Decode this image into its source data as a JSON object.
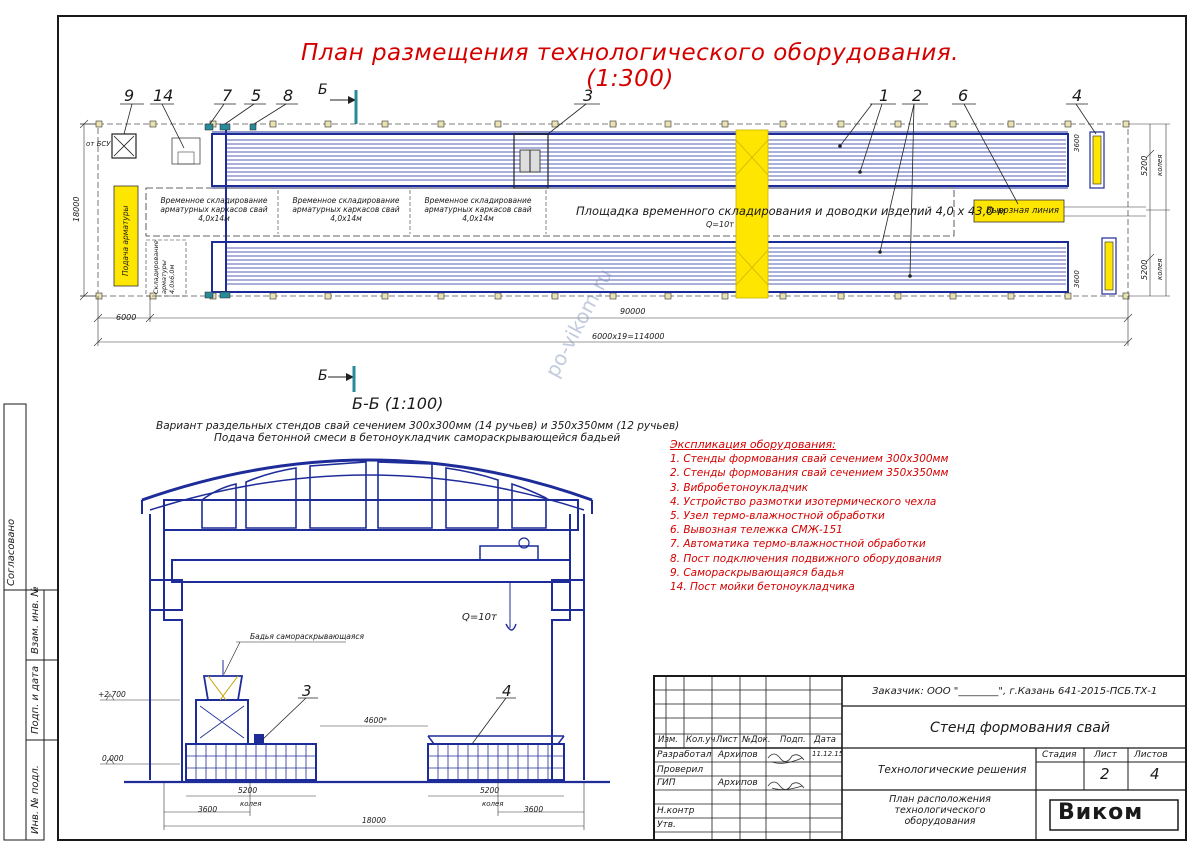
{
  "title": "План размещения технологического оборудования. (1:300)",
  "plan": {
    "callouts": [
      "9",
      "14",
      "7",
      "5",
      "8",
      "3",
      "1",
      "2",
      "6",
      "4"
    ],
    "section_marker": "Б",
    "temp_storage_1": "Временное складирование арматурных каркасов свай 4,0х14м",
    "temp_storage_2": "Временное складирование арматурных каркасов свай 4,0х14м",
    "temp_storage_3": "Временное складирование арматурных каркасов свай 4,0х14м",
    "platform_label": "Площадка временного складирования и доводки изделий 4,0 х 43,0 м",
    "q_label": "Q=10т",
    "export_line": "Вывозная линия",
    "wash_label": "Подача арматуры",
    "left_box": "Складирование арматуры 4,0х6,0м",
    "small_label": "от БСУ",
    "dims": {
      "d_18000": "18000",
      "d_6000": "6000",
      "d_90000": "90000",
      "d_total": "6000х19=114000",
      "d_3600_a": "3600",
      "d_5200_a": "5200",
      "d_5200_b": "5200",
      "d_3600_b": "3600",
      "koleya_a": "колея",
      "koleya_b": "колея"
    }
  },
  "section": {
    "title": "Б-Б (1:100)",
    "caption_1": "Вариант раздельных стендов свай сечением 300х300мм (14 ручьев) и 350х350мм (12 ручьев)",
    "caption_2": "Подача бетонной смеси в бетоноукладчик самораскрывающейся бадьей",
    "q_label": "Q=10т",
    "bucket_label": "Бадья самораскрывающаяся",
    "level_top": "+2.700",
    "level_zero": "0.000",
    "gap": "4600*",
    "callout_3": "3",
    "callout_4": "4",
    "dim_5200_a": "5200",
    "dim_5200_b": "5200",
    "dim_3600_a": "3600",
    "dim_3600_b": "3600",
    "dim_18000": "18000",
    "koleya_a": "колея",
    "koleya_b": "колея"
  },
  "explication": {
    "header": "Экспликация оборудования:",
    "items": [
      "1. Стенды формования свай сечением 300х300мм",
      "2. Стенды формования свай сечением 350х350мм",
      "3. Вибробетоноукладчик",
      "4. Устройство размотки изотермического чехла",
      "5. Узел термо-влажностной обработки",
      "6. Вывозная тележка СМЖ-151",
      "7. Автоматика термо-влажностной обработки",
      "8. Пост подключения подвижного оборудования",
      "9. Самораскрывающаяся бадья",
      "14. Пост мойки бетоноукладчика"
    ]
  },
  "stamp": {
    "customer": "Заказчик: ООО \"________\", г.Казань",
    "code": "641-2015-ПСБ.ТХ-1",
    "object": "Стенд формования свай",
    "section": "Технологические решения",
    "sheet_title": "План расположения технологического оборудования",
    "h_izm": "Изм.",
    "h_koluch": "Кол.уч",
    "h_list": "Лист",
    "h_ndoc": "№Док.",
    "h_podp": "Подп.",
    "h_data": "Дата",
    "role_1": "Разработал",
    "name_1": "Архипов",
    "date_1": "11.12.15",
    "role_2": "Проверил",
    "role_3": "ГИП",
    "name_3": "Архипов",
    "role_4": "Н.контр",
    "role_5": "Утв.",
    "stage_h": "Стадия",
    "list_h": "Лист",
    "lists_h": "Листов",
    "list_val": "2",
    "lists_val": "4",
    "logo": "Виком"
  },
  "side": {
    "agreed": "Согласовано",
    "inv_zam": "Взам. инв. №",
    "sign_date": "Подп. и дата",
    "inv_podl": "Инв. № подл."
  },
  "watermark": "po-vikom.ru",
  "colors": {
    "title_red": "#d40000",
    "line_blue": "#1e2c9a",
    "highlight_yellow": "#ffe600"
  }
}
